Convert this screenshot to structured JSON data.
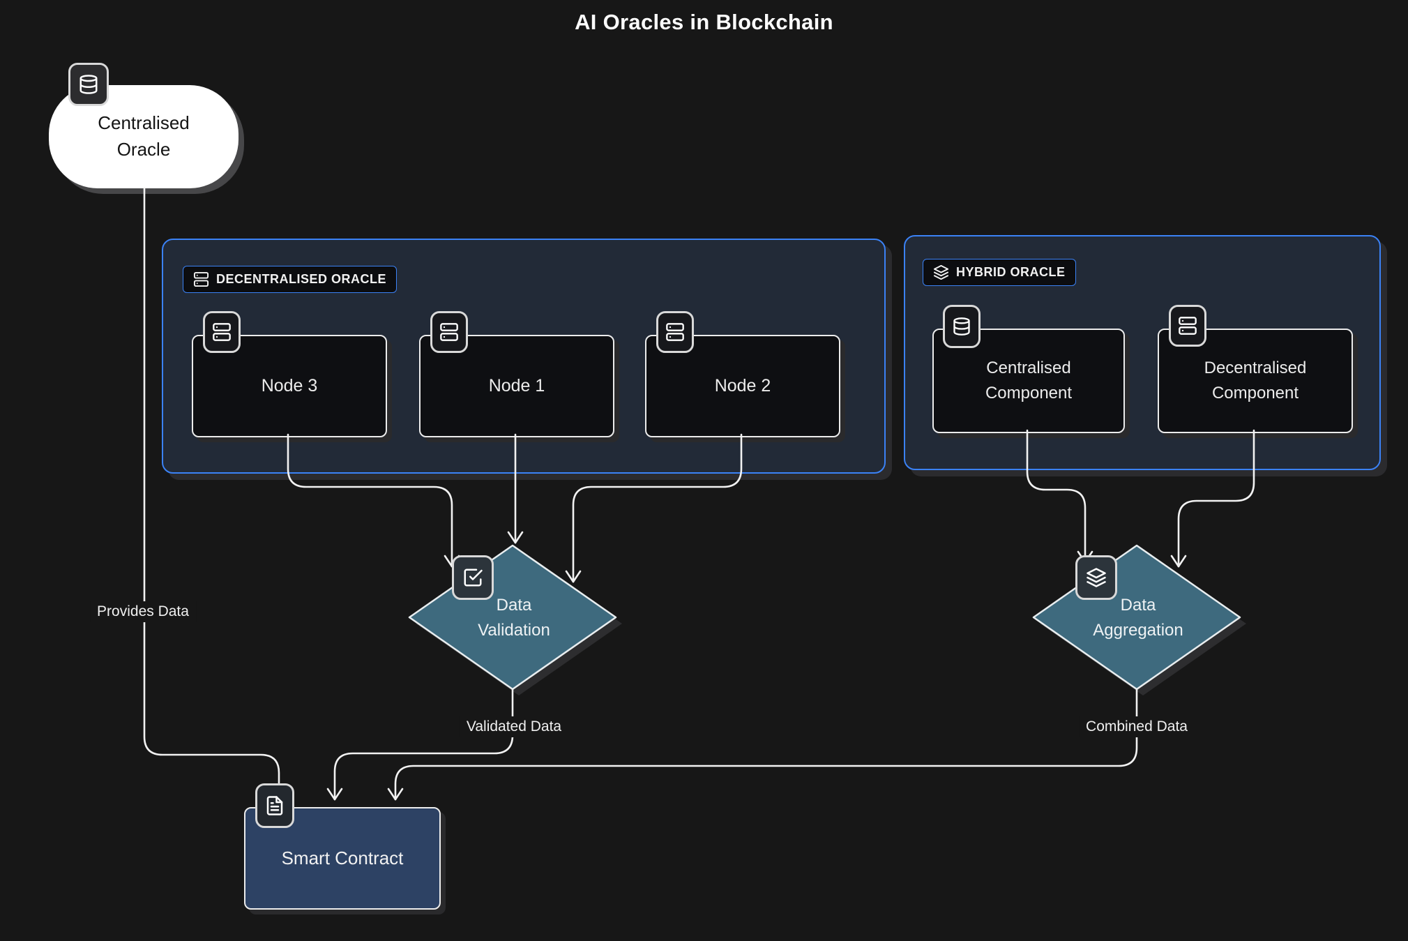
{
  "title": "AI Oracles in Blockchain",
  "oracle": {
    "centralised": "Centralised Oracle"
  },
  "containers": {
    "decentralised": {
      "label": "DECENTRALISED ORACLE",
      "icon": "server-icon"
    },
    "hybrid": {
      "label": "HYBRID ORACLE",
      "icon": "layers-icon"
    }
  },
  "nodes": {
    "node3": "Node 3",
    "node1": "Node 1",
    "node2": "Node 2",
    "centralised_component": "Centralised Component",
    "decentralised_component": "Decentralised Component",
    "data_validation": "Data Validation",
    "data_aggregation": "Data Aggregation",
    "smart_contract": "Smart Contract"
  },
  "edges": {
    "provides": "Provides Data",
    "validated": "Validated Data",
    "combined": "Combined Data"
  },
  "icons": {
    "centralised_oracle": "database-icon",
    "decentralised_oracle": "server-icon",
    "hybrid_oracle": "layers-icon",
    "node": "server-icon",
    "centralised_component": "database-icon",
    "decentralised_component": "server-icon",
    "data_validation": "check-square-icon",
    "data_aggregation": "layers-icon",
    "smart_contract": "file-text-icon"
  },
  "colors": {
    "background": "#171717",
    "container_fill": "#222a37",
    "container_border": "#3b82f6",
    "node_fill": "#0e0f12",
    "diamond_fill": "#3e6a7e",
    "smart_contract_fill": "#2d4264",
    "stroke": "#f2f2f2"
  }
}
